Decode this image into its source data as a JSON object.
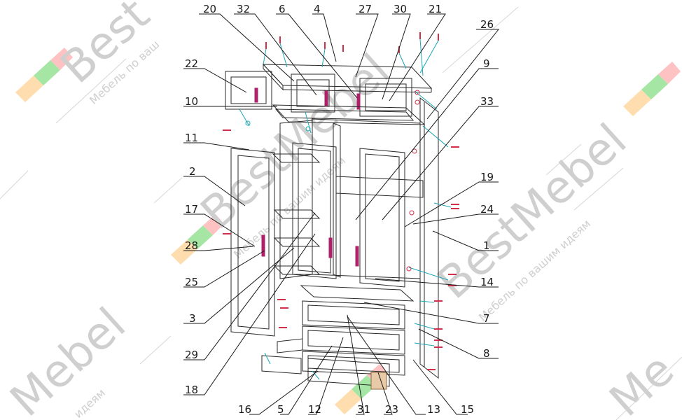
{
  "watermark": {
    "brand": "BestMebel",
    "brand_fragment_top": "Best",
    "brand_fragment_left": "Mebel",
    "brand_fragment_right_bottom": "Me",
    "tagline": "Мебель по вашим идеям",
    "tagline_fragment_top": "Мебель по ваш",
    "tagline_fragment_left": "идеям"
  },
  "colors": {
    "line": "#2a2a2a",
    "leader": "#1a1a1a",
    "hardware_cyan": "#1aa6b5",
    "screw_red": "#d0304a",
    "handle_magenta": "#b0206a",
    "wm_orange": "#ffd59a",
    "wm_green": "#8fe08f",
    "wm_red": "#ffb3b3",
    "wm_grey": "#cfcfcf"
  },
  "callouts": [
    {
      "id": "c20",
      "label": "20"
    },
    {
      "id": "c32",
      "label": "32"
    },
    {
      "id": "c6",
      "label": "6"
    },
    {
      "id": "c4",
      "label": "4"
    },
    {
      "id": "c27",
      "label": "27"
    },
    {
      "id": "c30",
      "label": "30"
    },
    {
      "id": "c21",
      "label": "21"
    },
    {
      "id": "c26",
      "label": "26"
    },
    {
      "id": "c22",
      "label": "22"
    },
    {
      "id": "c9",
      "label": "9"
    },
    {
      "id": "c10",
      "label": "10"
    },
    {
      "id": "c33",
      "label": "33"
    },
    {
      "id": "c11",
      "label": "11"
    },
    {
      "id": "c2",
      "label": "2"
    },
    {
      "id": "c19",
      "label": "19"
    },
    {
      "id": "c17",
      "label": "17"
    },
    {
      "id": "c24",
      "label": "24"
    },
    {
      "id": "c1",
      "label": "1"
    },
    {
      "id": "c28",
      "label": "28"
    },
    {
      "id": "c25",
      "label": "25"
    },
    {
      "id": "c14",
      "label": "14"
    },
    {
      "id": "c3",
      "label": "3"
    },
    {
      "id": "c7",
      "label": "7"
    },
    {
      "id": "c29",
      "label": "29"
    },
    {
      "id": "c8",
      "label": "8"
    },
    {
      "id": "c18",
      "label": "18"
    },
    {
      "id": "c16",
      "label": "16"
    },
    {
      "id": "c5",
      "label": "5"
    },
    {
      "id": "c12",
      "label": "12"
    },
    {
      "id": "c31",
      "label": "31"
    },
    {
      "id": "c23",
      "label": "23"
    },
    {
      "id": "c13",
      "label": "13"
    },
    {
      "id": "c15",
      "label": "15"
    }
  ]
}
